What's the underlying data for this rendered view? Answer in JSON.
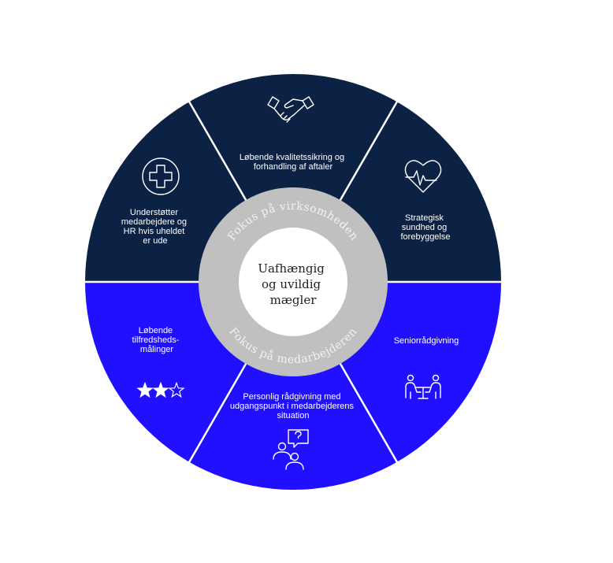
{
  "colors": {
    "top_half": "#0b2244",
    "bottom_half": "#2010ff",
    "ring": "#c0c0c0",
    "center": "#ffffff"
  },
  "center": {
    "lines": [
      "Uafhængig",
      "og uvildig",
      "mægler"
    ]
  },
  "ring": {
    "top_label": "Fokus på virksomheden",
    "bottom_label": "Fokus på medarbejderen"
  },
  "segments": {
    "top_left": {
      "icon": "medical-cross-icon",
      "lines": [
        "Understøtter",
        "medarbejdere og",
        "HR hvis uheldet",
        "er ude"
      ]
    },
    "top": {
      "icon": "handshake-icon",
      "lines": [
        "Løbende kvalitetssikring og",
        "forhandling af aftaler"
      ]
    },
    "top_right": {
      "icon": "heartbeat-icon",
      "lines": [
        "Strategisk",
        "sundhed og",
        "forebyggelse"
      ]
    },
    "bottom_left": {
      "icon": "star-rating-icon",
      "rating": 2,
      "rating_max": 3,
      "lines": [
        "Løbende",
        "tilfredsheds-",
        "målinger"
      ]
    },
    "bottom": {
      "icon": "advice-question-icon",
      "lines": [
        "Personlig rådgivning med",
        "udgangspunkt i medarbejderens",
        "situation"
      ]
    },
    "bottom_right": {
      "icon": "meeting-table-icon",
      "lines": [
        "Seniorrådgivning"
      ]
    }
  }
}
